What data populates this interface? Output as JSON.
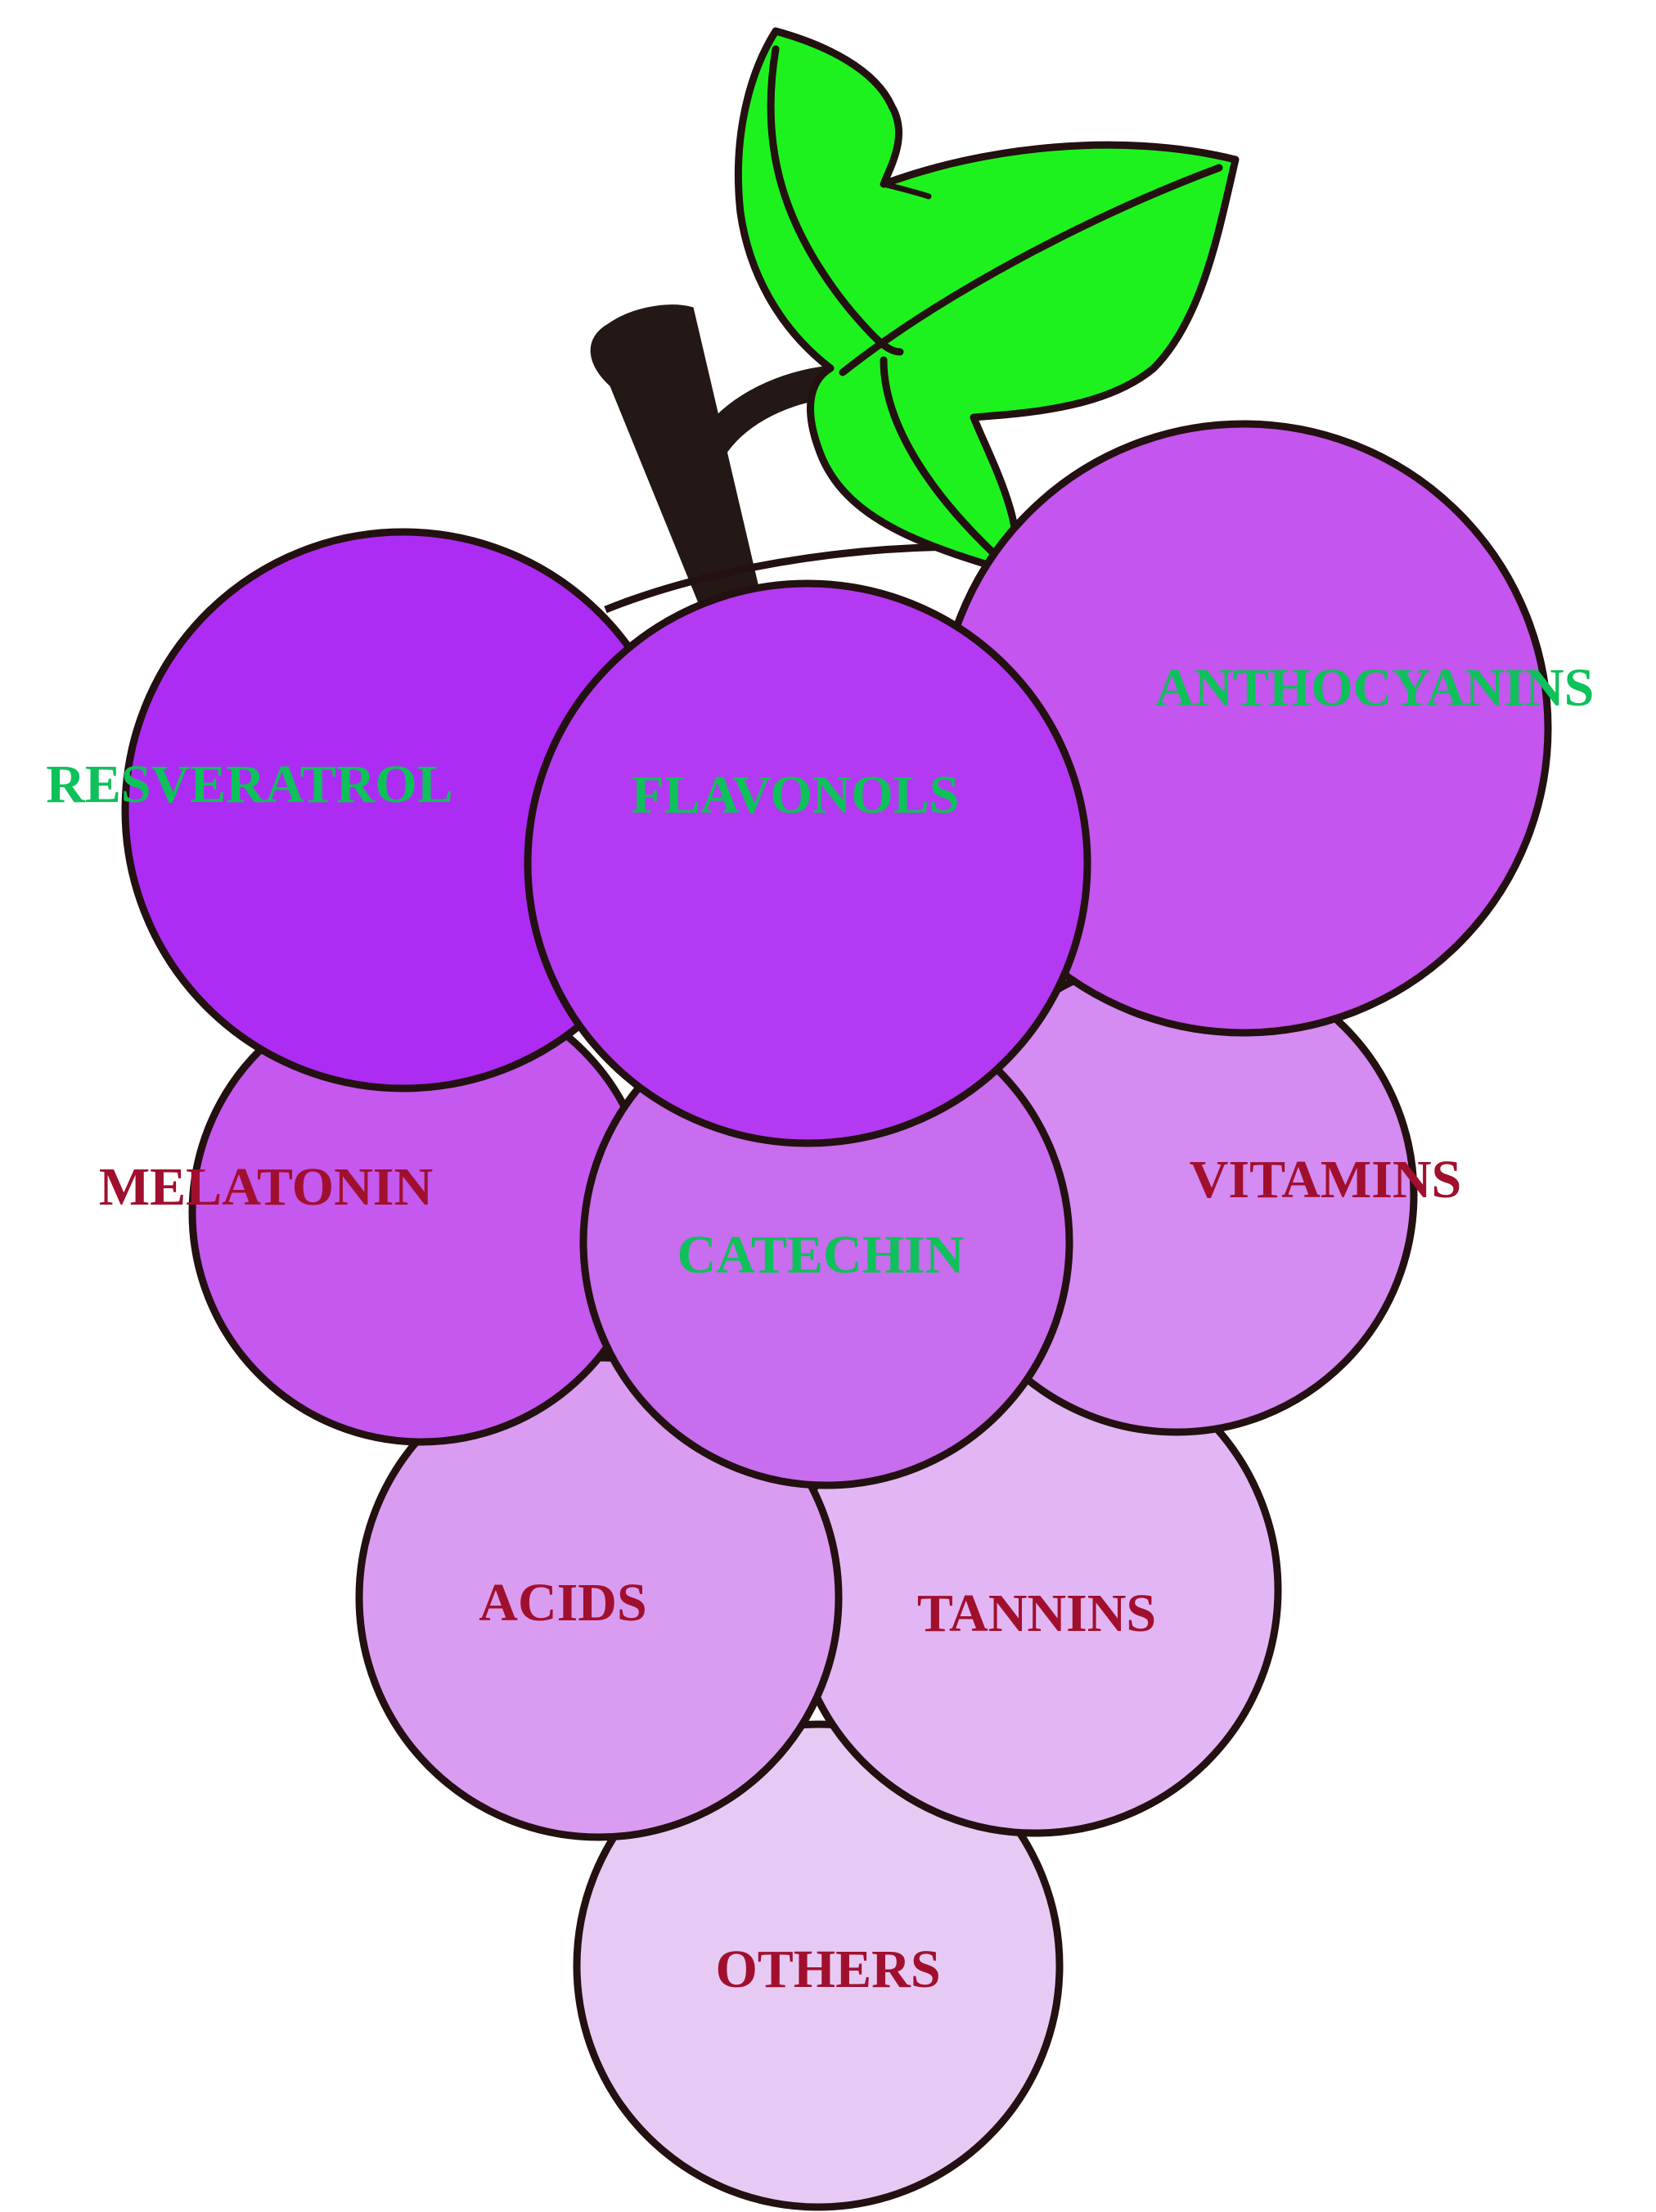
{
  "colors": {
    "outline": "#231010",
    "stem": "#231815",
    "leaf": "#1ef21e",
    "label_green": "#0ec15a",
    "label_red": "#a0102e"
  },
  "grapes": [
    {
      "id": "resveratrol",
      "label": "RESVERATROL",
      "fill": "#ad2cf4",
      "label_color": "#0ec15a"
    },
    {
      "id": "flavonols",
      "label": "FLAVONOLS",
      "fill": "#b33af2",
      "label_color": "#0ec15a"
    },
    {
      "id": "anthocyanins",
      "label": "ANTHOCYANINS",
      "fill": "#c455ee",
      "label_color": "#0ec15a"
    },
    {
      "id": "melatonin",
      "label": "MELATONIN",
      "fill": "#c458ef",
      "label_color": "#a0102e"
    },
    {
      "id": "catechin",
      "label": "CATECHIN",
      "fill": "#c76ded",
      "label_color": "#0ec15a"
    },
    {
      "id": "vitamins",
      "label": "VITAMINS",
      "fill": "#d48bf2",
      "label_color": "#a0102e"
    },
    {
      "id": "acids",
      "label": "ACIDS",
      "fill": "#da9cf1",
      "label_color": "#a0102e"
    },
    {
      "id": "tannins",
      "label": "TANNINS",
      "fill": "#e2b6f4",
      "label_color": "#a0102e"
    },
    {
      "id": "others",
      "label": "OTHERS",
      "fill": "#e7caf4",
      "label_color": "#a0102e"
    }
  ]
}
